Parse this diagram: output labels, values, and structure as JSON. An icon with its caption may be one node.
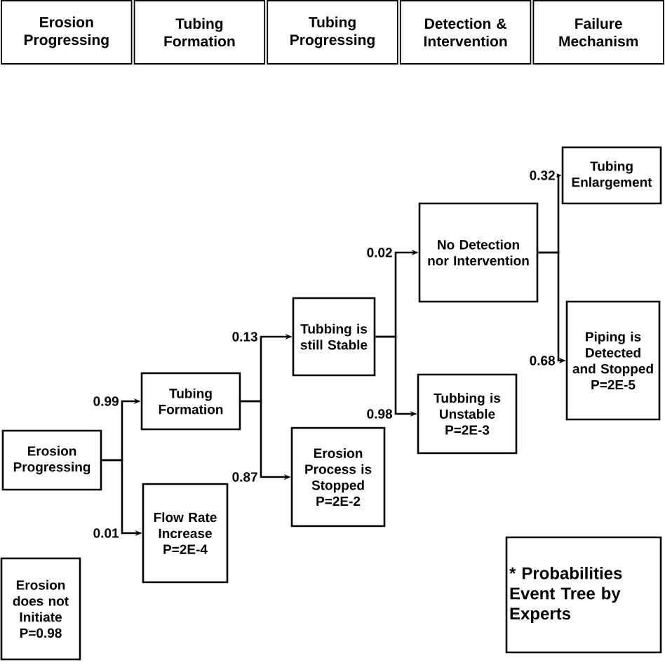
{
  "diagram": {
    "nodes": [
      {
        "text": [
          "Erosion Progressing"
        ]
      },
      {
        "text": [
          "Tubing Formation"
        ]
      },
      {
        "text": [
          "Tubing Progressing"
        ]
      },
      {
        "text": [
          "Detection & Intervention"
        ]
      },
      {
        "text": [
          "Failure Mechanism"
        ]
      },
      {
        "text": [
          "Erosion Progressing"
        ]
      },
      {
        "text": [
          "Tubing Formation"
        ]
      },
      {
        "text": [
          "Flow Rate Increase P=2E-4"
        ]
      },
      {
        "text": [
          "Erosion does not Initiate P=0.98"
        ]
      },
      {
        "text": [
          "Tubbing is still Stable"
        ]
      },
      {
        "text": [
          "Erosion Process is Stopped P=2E-2"
        ]
      },
      {
        "text": [
          "No Detection nor Intervention"
        ]
      },
      {
        "text": [
          "Tubbing is Unstable P=2E-3"
        ]
      },
      {
        "text": [
          "Tubing Enlargement"
        ]
      },
      {
        "text": [
          "Piping is Detected and Stopped P=2E-5"
        ]
      },
      {
        "text": [
          "* Probabilities Event Tree by Experts"
        ]
      }
    ],
    "edges": [
      {
        "from": 5,
        "to": 6,
        "arrow": "to",
        "label": "0.99"
      },
      {
        "from": 5,
        "to": 7,
        "arrow": "to",
        "label": "0.01"
      },
      {
        "from": 6,
        "to": 9,
        "arrow": "to",
        "label": "0.13"
      },
      {
        "from": 6,
        "to": 10,
        "arrow": "to",
        "label": "0.87"
      },
      {
        "from": 9,
        "to": 11,
        "arrow": "to",
        "label": "0.02"
      },
      {
        "from": 9,
        "to": 12,
        "arrow": "to",
        "label": "0.98"
      },
      {
        "from": 11,
        "to": 13,
        "arrow": "to",
        "label": "0.32"
      },
      {
        "from": 11,
        "to": 14,
        "arrow": "to",
        "label": "0.68"
      }
    ]
  }
}
